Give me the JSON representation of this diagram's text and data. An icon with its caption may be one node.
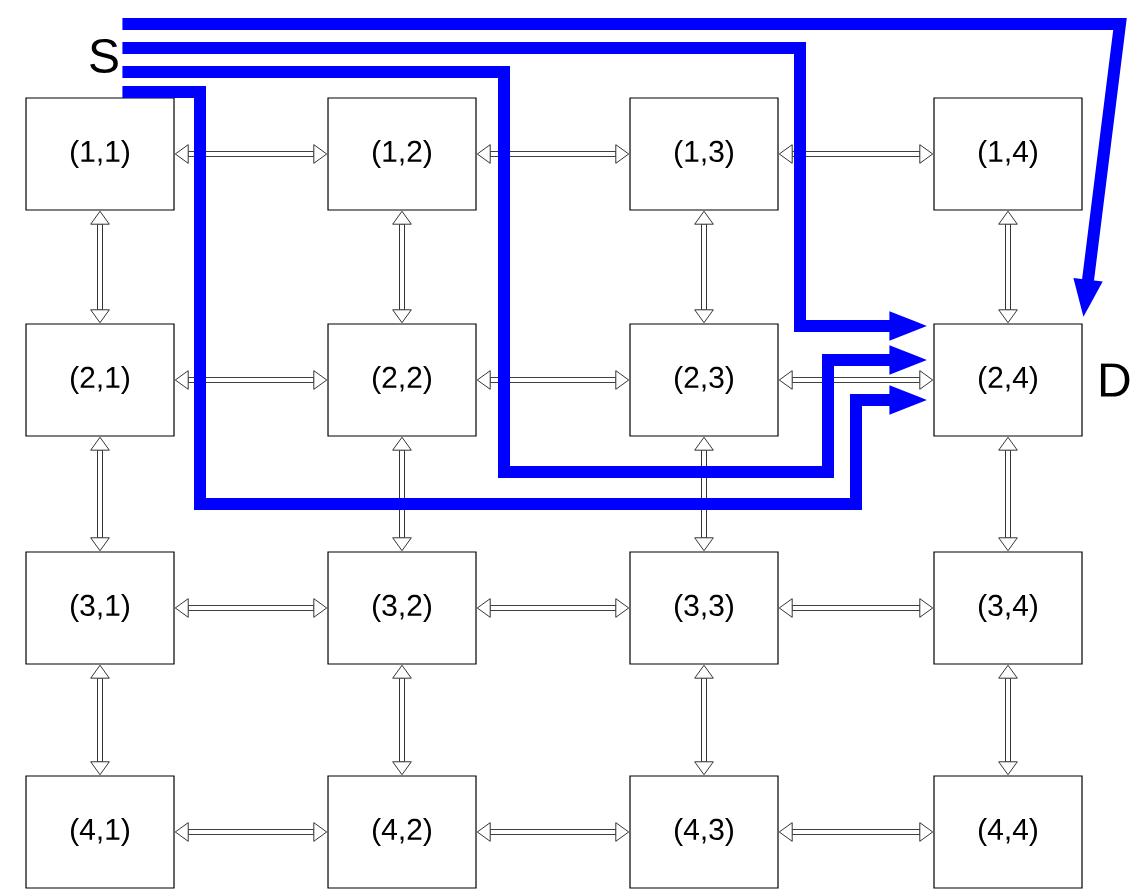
{
  "diagram": {
    "nodes": [
      {
        "text": [
          "(1,1)"
        ]
      },
      {
        "text": [
          "(1,2)"
        ]
      },
      {
        "text": [
          "(1,3)"
        ]
      },
      {
        "text": [
          "(1,4)"
        ]
      },
      {
        "text": [
          "(2,1)"
        ]
      },
      {
        "text": [
          "(2,2)"
        ]
      },
      {
        "text": [
          "(2,3)"
        ]
      },
      {
        "text": [
          "(2,4)"
        ],
        "beside": [
          "D"
        ]
      },
      {
        "text": [
          "(3,1)"
        ]
      },
      {
        "text": [
          "(3,2)"
        ]
      },
      {
        "text": [
          "(3,3)"
        ]
      },
      {
        "text": [
          "(3,4)"
        ]
      },
      {
        "text": [
          "(4,1)"
        ]
      },
      {
        "text": [
          "(4,2)"
        ]
      },
      {
        "text": [
          "(4,3)"
        ]
      },
      {
        "text": [
          "(4,4)"
        ]
      },
      {
        "text": [
          "S"
        ]
      }
    ],
    "edges": [
      {
        "from": 0,
        "to": 1,
        "arrow": "both"
      },
      {
        "from": 1,
        "to": 2,
        "arrow": "both"
      },
      {
        "from": 2,
        "to": 3,
        "arrow": "both"
      },
      {
        "from": 0,
        "to": 4,
        "arrow": "both"
      },
      {
        "from": 1,
        "to": 5,
        "arrow": "both"
      },
      {
        "from": 2,
        "to": 6,
        "arrow": "both"
      },
      {
        "from": 3,
        "to": 7,
        "arrow": "both"
      },
      {
        "from": 4,
        "to": 5,
        "arrow": "both"
      },
      {
        "from": 5,
        "to": 6,
        "arrow": "both"
      },
      {
        "from": 6,
        "to": 7,
        "arrow": "both"
      },
      {
        "from": 4,
        "to": 8,
        "arrow": "both"
      },
      {
        "from": 5,
        "to": 9,
        "arrow": "both"
      },
      {
        "from": 6,
        "to": 10,
        "arrow": "both"
      },
      {
        "from": 7,
        "to": 11,
        "arrow": "both"
      },
      {
        "from": 8,
        "to": 9,
        "arrow": "both"
      },
      {
        "from": 9,
        "to": 10,
        "arrow": "both"
      },
      {
        "from": 10,
        "to": 11,
        "arrow": "both"
      },
      {
        "from": 8,
        "to": 12,
        "arrow": "both"
      },
      {
        "from": 9,
        "to": 13,
        "arrow": "both"
      },
      {
        "from": 10,
        "to": 14,
        "arrow": "both"
      },
      {
        "from": 11,
        "to": 15,
        "arrow": "both"
      },
      {
        "from": 12,
        "to": 13,
        "arrow": "both"
      },
      {
        "from": 13,
        "to": 14,
        "arrow": "both"
      },
      {
        "from": 14,
        "to": 15,
        "arrow": "both"
      },
      {
        "from": 16,
        "to": 7,
        "arrow": "to",
        "style": "thick",
        "color": "#0000ff"
      },
      {
        "from": 16,
        "to": 7,
        "arrow": "to",
        "style": "thick",
        "color": "#0000ff"
      },
      {
        "from": 16,
        "to": 7,
        "arrow": "to",
        "style": "thick",
        "color": "#0000ff"
      },
      {
        "from": 16,
        "to": 7,
        "arrow": "to",
        "style": "thick",
        "color": "#0000ff"
      }
    ]
  }
}
